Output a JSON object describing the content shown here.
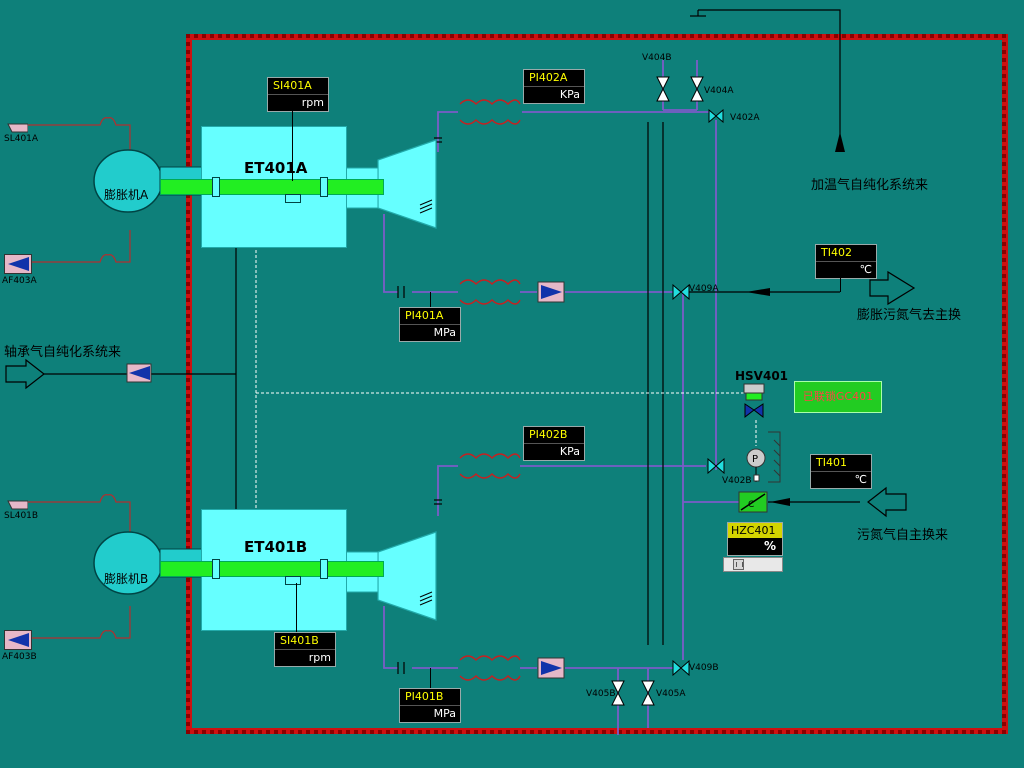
{
  "units": {
    "a": {
      "name": "ET401A",
      "expander": "膨胀机A"
    },
    "b": {
      "name": "ET401B",
      "expander": "膨胀机B"
    }
  },
  "instruments": {
    "si401a": {
      "tag": "SI401A",
      "unit": "rpm"
    },
    "si401b": {
      "tag": "SI401B",
      "unit": "rpm"
    },
    "pi402a": {
      "tag": "PI402A",
      "unit": "KPa"
    },
    "pi402b": {
      "tag": "PI402B",
      "unit": "KPa"
    },
    "pi401a": {
      "tag": "PI401A",
      "unit": "MPa"
    },
    "pi401b": {
      "tag": "PI401B",
      "unit": "MPa"
    },
    "ti402": {
      "tag": "TI402",
      "unit": "℃"
    },
    "ti401": {
      "tag": "TI401",
      "unit": "℃"
    },
    "hzc401": {
      "tag": "HZC401",
      "unit": "%",
      "position_percent": 20
    }
  },
  "valves": {
    "v404b": "V404B",
    "v404a": "V404A",
    "v402a": "V402A",
    "v409a": "V409A",
    "v402b": "V402B",
    "v409b": "V409B",
    "v405b": "V405B",
    "v405a": "V405A",
    "hsv401": "HSV401"
  },
  "signals": {
    "sl401a": "SL401A",
    "af403a": "AF403A",
    "sl401b": "SL401B",
    "af403b": "AF403B"
  },
  "streams": {
    "heating_gas": "加温气自纯化系统来",
    "bearing_gas": "轴承气自纯化系统来",
    "expanded_waste_out": "膨胀污氮气去主换",
    "waste_in": "污氮气自主换来"
  },
  "buttons": {
    "gc401": "已联锁GC401"
  },
  "colors": {
    "background": "#0e807a",
    "pipe": "#7b5cc8",
    "wall": "#cc1111",
    "shaft": "#22ee22",
    "unit": "#66ffff",
    "tag_text": "#ffff00"
  }
}
